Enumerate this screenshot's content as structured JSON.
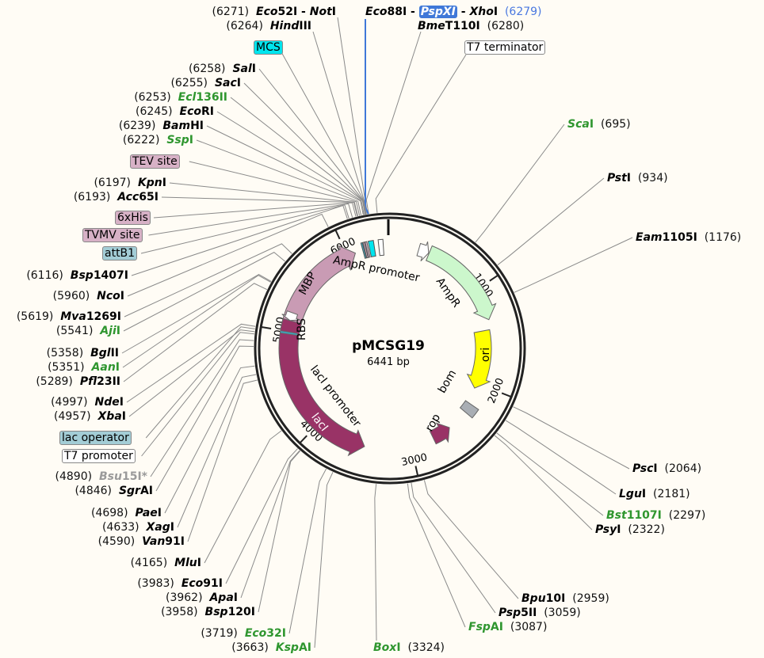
{
  "plasmid": {
    "name": "pMCSG19",
    "length_label": "6441 bp",
    "length": 6441
  },
  "colors": {
    "black": "#000000",
    "green": "#2f962f",
    "gray": "#9a9a9a",
    "blue_num": "#4a78e0",
    "background": "#fffcf5"
  },
  "enzymes": [
    {
      "pos": "(6271)",
      "bp": 6271,
      "color": "black",
      "label": [
        [
          "Eco",
          "i"
        ],
        [
          "52I",
          ""
        ],
        [
          " - ",
          ""
        ],
        [
          "Not",
          "i"
        ],
        [
          "I",
          ""
        ]
      ]
    },
    {
      "pos": "(6264)",
      "bp": 6264,
      "color": "black",
      "label": [
        [
          "Hind",
          "i"
        ],
        [
          "III",
          ""
        ]
      ]
    },
    {
      "pos": "(6258)",
      "bp": 6258,
      "color": "black",
      "label": [
        [
          "Sal",
          "i"
        ],
        [
          "I",
          ""
        ]
      ]
    },
    {
      "pos": "(6255)",
      "bp": 6255,
      "color": "black",
      "label": [
        [
          "Sac",
          "i"
        ],
        [
          "I",
          ""
        ]
      ]
    },
    {
      "pos": "(6253)",
      "bp": 6253,
      "color": "green",
      "label": [
        [
          "Ecl",
          "i"
        ],
        [
          "136II",
          ""
        ]
      ]
    },
    {
      "pos": "(6245)",
      "bp": 6245,
      "color": "black",
      "label": [
        [
          "Eco",
          "i"
        ],
        [
          "RI",
          ""
        ]
      ]
    },
    {
      "pos": "(6239)",
      "bp": 6239,
      "color": "black",
      "label": [
        [
          "Bam",
          "i"
        ],
        [
          "HI",
          ""
        ]
      ]
    },
    {
      "pos": "(6222)",
      "bp": 6222,
      "color": "green",
      "label": [
        [
          "Ssp",
          "i"
        ],
        [
          "I",
          ""
        ]
      ]
    },
    {
      "pos": "(6197)",
      "bp": 6197,
      "color": "black",
      "label": [
        [
          "Kpn",
          "i"
        ],
        [
          "I",
          ""
        ]
      ]
    },
    {
      "pos": "(6193)",
      "bp": 6193,
      "color": "black",
      "label": [
        [
          "Acc",
          "i"
        ],
        [
          "65I",
          ""
        ]
      ]
    },
    {
      "pos": "(6116)",
      "bp": 6116,
      "color": "black",
      "label": [
        [
          "Bsp",
          "i"
        ],
        [
          "1407I",
          ""
        ]
      ]
    },
    {
      "pos": "(5960)",
      "bp": 5960,
      "color": "black",
      "label": [
        [
          "Nco",
          "i"
        ],
        [
          "I",
          ""
        ]
      ]
    },
    {
      "pos": "(5619)",
      "bp": 5619,
      "color": "black",
      "label": [
        [
          "Mva",
          "i"
        ],
        [
          "1269I",
          ""
        ]
      ]
    },
    {
      "pos": "(5541)",
      "bp": 5541,
      "color": "green",
      "label": [
        [
          "Aji",
          "i"
        ],
        [
          "I",
          ""
        ]
      ]
    },
    {
      "pos": "(5358)",
      "bp": 5358,
      "color": "black",
      "label": [
        [
          "Bgl",
          "i"
        ],
        [
          "II",
          ""
        ]
      ]
    },
    {
      "pos": "(5351)",
      "bp": 5351,
      "color": "green",
      "label": [
        [
          "Aan",
          "i"
        ],
        [
          "I",
          ""
        ]
      ]
    },
    {
      "pos": "(5289)",
      "bp": 5289,
      "color": "black",
      "label": [
        [
          "Pfl",
          "i"
        ],
        [
          "23II",
          ""
        ]
      ]
    },
    {
      "pos": "(4997)",
      "bp": 4997,
      "color": "black",
      "label": [
        [
          "Nde",
          "i"
        ],
        [
          "I",
          ""
        ]
      ]
    },
    {
      "pos": "(4957)",
      "bp": 4957,
      "color": "black",
      "label": [
        [
          "Xba",
          "i"
        ],
        [
          "I",
          ""
        ]
      ]
    },
    {
      "pos": "(4890)",
      "bp": 4890,
      "color": "gray",
      "label": [
        [
          "Bsu",
          "i"
        ],
        [
          "15I*",
          ""
        ]
      ]
    },
    {
      "pos": "(4846)",
      "bp": 4846,
      "color": "black",
      "label": [
        [
          "Sgr",
          "i"
        ],
        [
          "AI",
          ""
        ]
      ]
    },
    {
      "pos": "(4698)",
      "bp": 4698,
      "color": "black",
      "label": [
        [
          "Pae",
          "i"
        ],
        [
          "I",
          ""
        ]
      ]
    },
    {
      "pos": "(4633)",
      "bp": 4633,
      "color": "black",
      "label": [
        [
          "Xag",
          "i"
        ],
        [
          "I",
          ""
        ]
      ]
    },
    {
      "pos": "(4590)",
      "bp": 4590,
      "color": "black",
      "label": [
        [
          "Van",
          "i"
        ],
        [
          "91I",
          ""
        ]
      ]
    },
    {
      "pos": "(4165)",
      "bp": 4165,
      "color": "black",
      "label": [
        [
          "Mlu",
          "i"
        ],
        [
          "I",
          ""
        ]
      ]
    },
    {
      "pos": "(3983)",
      "bp": 3983,
      "color": "black",
      "label": [
        [
          "Eco",
          "i"
        ],
        [
          "91I",
          ""
        ]
      ]
    },
    {
      "pos": "(3962)",
      "bp": 3962,
      "color": "black",
      "label": [
        [
          "Apa",
          "i"
        ],
        [
          "I",
          ""
        ]
      ]
    },
    {
      "pos": "(3958)",
      "bp": 3958,
      "color": "black",
      "label": [
        [
          "Bsp",
          "i"
        ],
        [
          "120I",
          ""
        ]
      ]
    },
    {
      "pos": "(3719)",
      "bp": 3719,
      "color": "green",
      "label": [
        [
          "Eco",
          "i"
        ],
        [
          "32I",
          ""
        ]
      ]
    },
    {
      "pos": "(3663)",
      "bp": 3663,
      "color": "green",
      "label": [
        [
          "Ksp",
          "i"
        ],
        [
          "AI",
          ""
        ]
      ]
    },
    {
      "pos": "(3324)",
      "bp": 3324,
      "color": "green",
      "label": [
        [
          "Box",
          "i"
        ],
        [
          "I",
          ""
        ]
      ]
    },
    {
      "pos": "(3087)",
      "bp": 3087,
      "color": "green",
      "label": [
        [
          "Fsp",
          "i"
        ],
        [
          "AI",
          ""
        ]
      ]
    },
    {
      "pos": "(3059)",
      "bp": 3059,
      "color": "black",
      "label": [
        [
          "Psp",
          "i"
        ],
        [
          "5II",
          ""
        ]
      ]
    },
    {
      "pos": "(2959)",
      "bp": 2959,
      "color": "black",
      "label": [
        [
          "Bpu",
          "i"
        ],
        [
          "10I",
          ""
        ]
      ]
    },
    {
      "pos": "(2322)",
      "bp": 2322,
      "color": "black",
      "label": [
        [
          "Psy",
          "i"
        ],
        [
          "I",
          ""
        ]
      ]
    },
    {
      "pos": "(2297)",
      "bp": 2297,
      "color": "green",
      "label": [
        [
          "Bst",
          "i"
        ],
        [
          "1107I",
          ""
        ]
      ]
    },
    {
      "pos": "(2181)",
      "bp": 2181,
      "color": "black",
      "label": [
        [
          "Lgu",
          "i"
        ],
        [
          "I",
          ""
        ]
      ]
    },
    {
      "pos": "(2064)",
      "bp": 2064,
      "color": "black",
      "label": [
        [
          "Psc",
          "i"
        ],
        [
          "I",
          ""
        ]
      ]
    },
    {
      "pos": "(1176)",
      "bp": 1176,
      "color": "black",
      "label": [
        [
          "Eam",
          "i"
        ],
        [
          "1105I",
          ""
        ]
      ]
    },
    {
      "pos": "(934)",
      "bp": 934,
      "color": "black",
      "label": [
        [
          "Pst",
          "i"
        ],
        [
          "I",
          ""
        ]
      ]
    },
    {
      "pos": "(695)",
      "bp": 695,
      "color": "green",
      "label": [
        [
          "Sca",
          "i"
        ],
        [
          "I",
          ""
        ]
      ]
    },
    {
      "pos": "(6280)",
      "bp": 6280,
      "color": "black",
      "label": [
        [
          "Bme",
          "i"
        ],
        [
          "T110I",
          ""
        ]
      ]
    },
    {
      "pos": "(6279)",
      "bp": 6279,
      "color": "black",
      "num_color": "blue_num",
      "label": [
        [
          "Eco",
          "i"
        ],
        [
          "88I",
          ""
        ],
        [
          " - ",
          ""
        ],
        [
          "PspXI",
          "hl"
        ],
        [
          " - ",
          ""
        ],
        [
          "Xho",
          "i"
        ],
        [
          "I",
          ""
        ]
      ]
    }
  ],
  "feature_labels": [
    {
      "text": "MCS",
      "bp": 6262,
      "fill": "#00e5ee"
    },
    {
      "text": "TEV site",
      "bp": 6210,
      "fill": "#d7b1c6"
    },
    {
      "text": "6xHis",
      "bp": 6182,
      "fill": "#d7b1c6"
    },
    {
      "text": "TVMV site",
      "bp": 6155,
      "fill": "#d7b1c6"
    },
    {
      "text": "attB1",
      "bp": 6128,
      "fill": "#a3cdd6"
    },
    {
      "text": "lac operator",
      "bp": 4978,
      "fill": "#a3cdd6"
    },
    {
      "text": "T7 promoter",
      "bp": 4940,
      "fill": "#ffffff"
    },
    {
      "text": "T7 terminator",
      "bp": 6345,
      "fill": "#ffffff"
    }
  ],
  "features": [
    {
      "name": "MBP",
      "start": 4995,
      "end": 6085,
      "dir": 1,
      "fill": "#c99bb4",
      "text_color": "#000000"
    },
    {
      "name": "AmpR",
      "start": 400,
      "end": 1320,
      "dir": 1,
      "fill": "#ccf7cc",
      "text_color": "#000000"
    },
    {
      "name": "AmpR promoter",
      "start": 290,
      "end": 395,
      "dir": 1,
      "fill": "#ffffff",
      "text_color": "#000000"
    },
    {
      "name": "ori",
      "start": 1420,
      "end": 2060,
      "dir": 1,
      "fill": "#ffff00",
      "text_color": "#000000"
    },
    {
      "name": "rop",
      "start": 2560,
      "end": 2760,
      "dir": -1,
      "fill": "#993366",
      "text_color": "#000000"
    },
    {
      "name": "lacI",
      "start": 3480,
      "end": 5110,
      "dir": -1,
      "fill": "#993366",
      "text_color": "#ffffff"
    },
    {
      "name": "lacI promoter",
      "start": 5110,
      "end": 5190,
      "dir": -1,
      "fill": "#ffffff",
      "text_color": "#000000"
    },
    {
      "name": "bom",
      "start": 2230,
      "end": 2330,
      "dir": 0,
      "fill": "#a9aeb4",
      "text_color": "#000000"
    },
    {
      "name": "RBS",
      "start": 4975,
      "end": 4995,
      "dir": 0,
      "fill": "#3aa8c0",
      "text_color": "#000000"
    }
  ],
  "ticks": [
    "1000",
    "2000",
    "3000",
    "4000",
    "5000",
    "6000"
  ]
}
